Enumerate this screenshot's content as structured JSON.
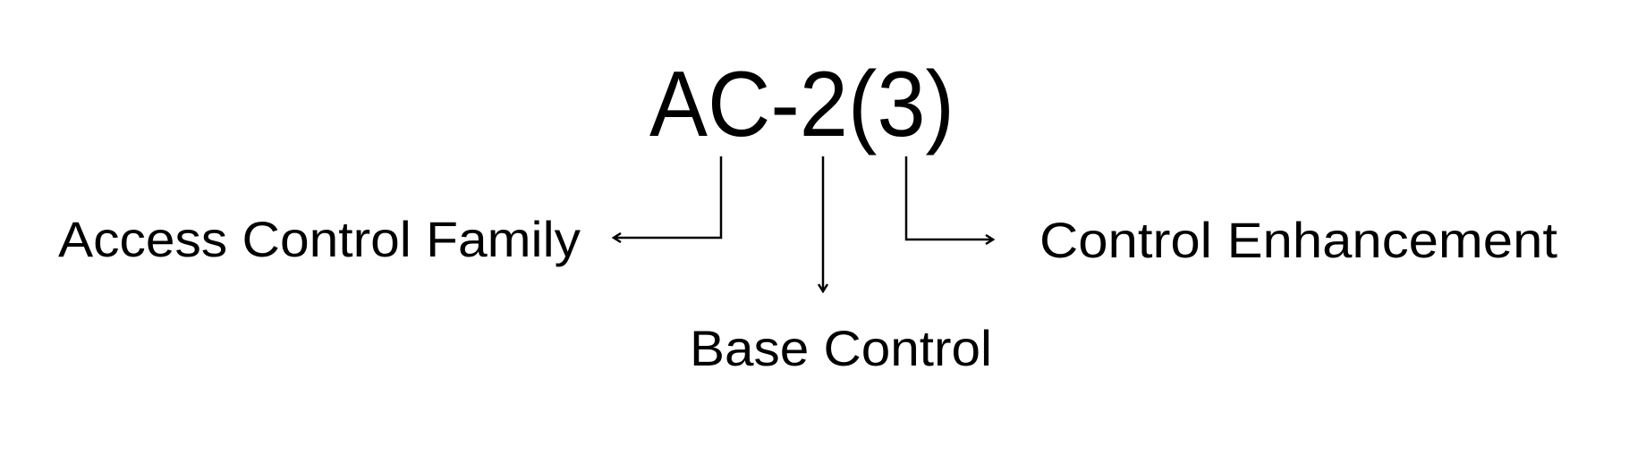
{
  "diagram": {
    "control_id": "AC-2(3)",
    "labels": {
      "family": "Access Control Family",
      "base": "Base Control",
      "enhancement": "Control Enhancement"
    },
    "colors": {
      "text": "#000000",
      "background": "#ffffff"
    }
  }
}
